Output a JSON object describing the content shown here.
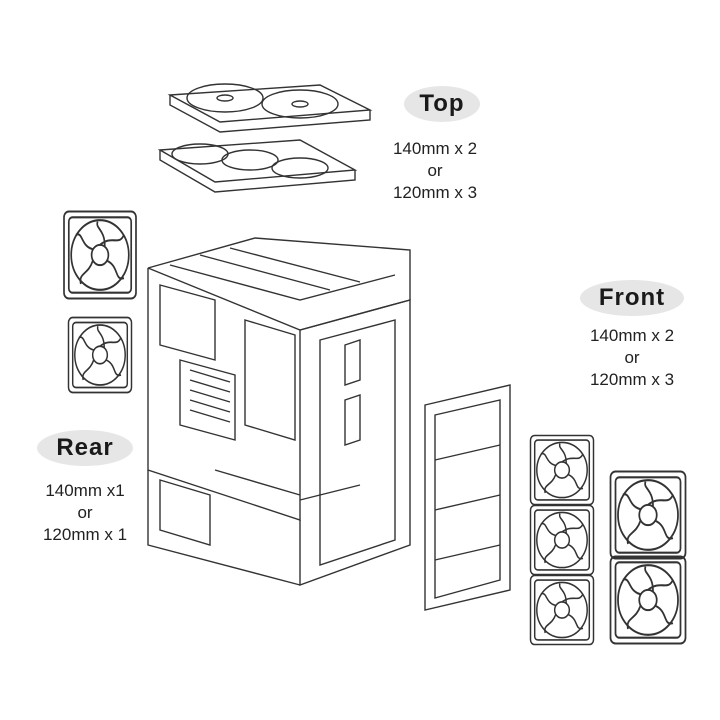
{
  "labels": {
    "top": {
      "title": "Top",
      "line1": "140mm x 2",
      "line2": "or",
      "line3": "120mm x 3"
    },
    "front": {
      "title": "Front",
      "line1": "140mm x 2",
      "line2": "or",
      "line3": "120mm x 3"
    },
    "rear": {
      "title": "Rear",
      "line1": "140mm x1",
      "line2": "or",
      "line3": "120mm x 1"
    }
  },
  "colors": {
    "pill": "#e6e6e6",
    "line": "#333333"
  }
}
